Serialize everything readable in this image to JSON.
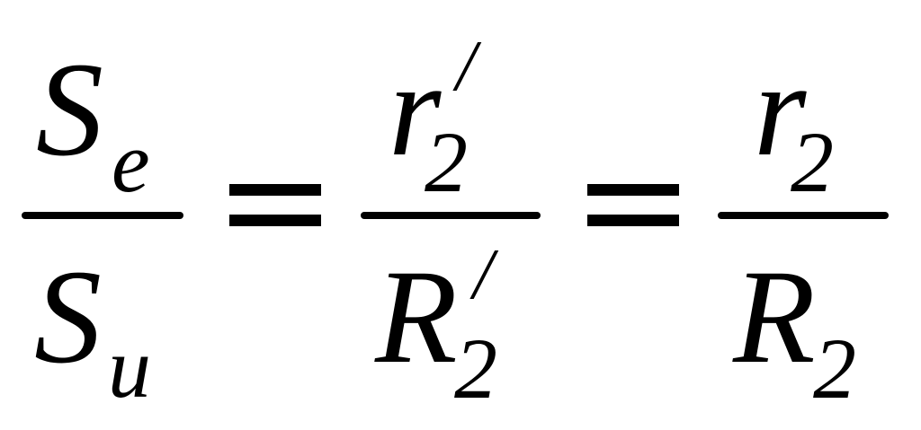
{
  "equation": {
    "term1": {
      "numerator": {
        "symbol": "S",
        "subscript": "e"
      },
      "denominator": {
        "symbol": "S",
        "subscript": "u"
      }
    },
    "equals_1": "=",
    "term2": {
      "numerator": {
        "symbol": "r",
        "prime": "/",
        "subscript": "2"
      },
      "denominator": {
        "symbol": "R",
        "prime": "/",
        "subscript": "2"
      }
    },
    "equals_2": "=",
    "term3": {
      "numerator": {
        "symbol": "r",
        "subscript": "2"
      },
      "denominator": {
        "symbol": "R",
        "subscript": "2"
      }
    }
  }
}
